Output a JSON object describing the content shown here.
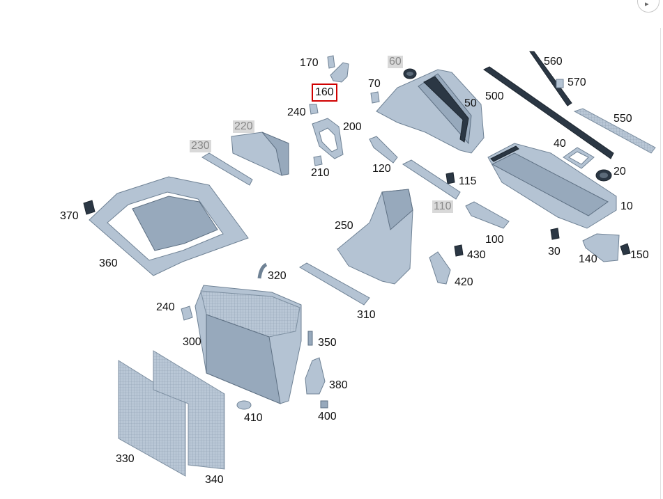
{
  "nav": {
    "corner_icon": "chevron-right-icon"
  },
  "callouts": [
    {
      "id": "170",
      "label": "170"
    },
    {
      "id": "160",
      "label": "160"
    },
    {
      "id": "240a",
      "label": "240"
    },
    {
      "id": "200",
      "label": "200"
    },
    {
      "id": "210",
      "label": "210"
    },
    {
      "id": "60",
      "label": "60"
    },
    {
      "id": "70",
      "label": "70"
    },
    {
      "id": "50",
      "label": "50"
    },
    {
      "id": "500",
      "label": "500"
    },
    {
      "id": "560",
      "label": "560"
    },
    {
      "id": "570",
      "label": "570"
    },
    {
      "id": "550",
      "label": "550"
    },
    {
      "id": "220",
      "label": "220"
    },
    {
      "id": "230",
      "label": "230"
    },
    {
      "id": "40",
      "label": "40"
    },
    {
      "id": "20",
      "label": "20"
    },
    {
      "id": "120",
      "label": "120"
    },
    {
      "id": "115",
      "label": "115"
    },
    {
      "id": "110",
      "label": "110"
    },
    {
      "id": "10",
      "label": "10"
    },
    {
      "id": "370",
      "label": "370"
    },
    {
      "id": "250",
      "label": "250"
    },
    {
      "id": "100",
      "label": "100"
    },
    {
      "id": "30",
      "label": "30"
    },
    {
      "id": "150",
      "label": "150"
    },
    {
      "id": "140",
      "label": "140"
    },
    {
      "id": "430",
      "label": "430"
    },
    {
      "id": "360",
      "label": "360"
    },
    {
      "id": "420",
      "label": "420"
    },
    {
      "id": "320",
      "label": "320"
    },
    {
      "id": "240b",
      "label": "240"
    },
    {
      "id": "310",
      "label": "310"
    },
    {
      "id": "300",
      "label": "300"
    },
    {
      "id": "350",
      "label": "350"
    },
    {
      "id": "380",
      "label": "380"
    },
    {
      "id": "410",
      "label": "410"
    },
    {
      "id": "400",
      "label": "400"
    },
    {
      "id": "330",
      "label": "330"
    },
    {
      "id": "340",
      "label": "340"
    }
  ],
  "states": {
    "greyed": [
      "60",
      "220",
      "230",
      "110"
    ],
    "selected": [
      "160"
    ]
  },
  "colors": {
    "part_fill": "#b4c3d3",
    "seal": "#2b3744",
    "selection_border": "#d00000",
    "greyed_background": "#d9d9d9"
  }
}
